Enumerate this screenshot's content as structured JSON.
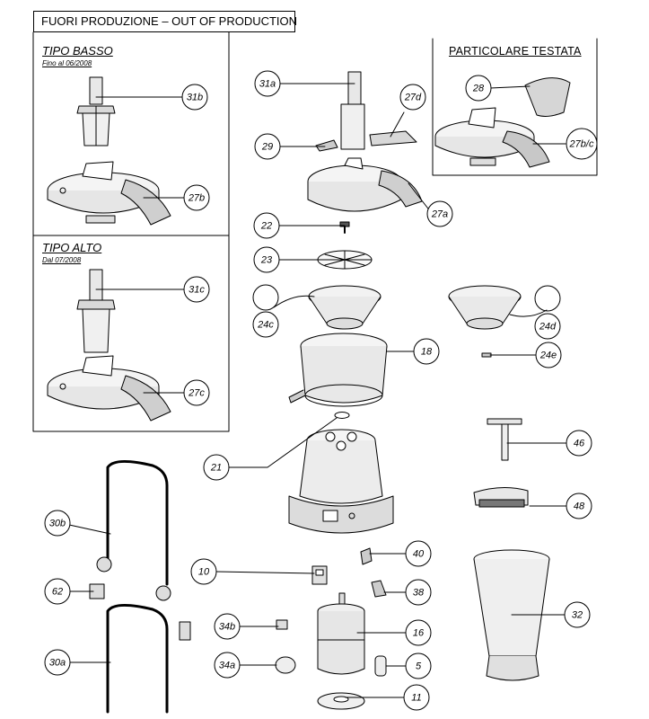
{
  "header": {
    "title": "FUORI PRODUZIONE – OUT OF PRODUCTION"
  },
  "sections": {
    "tipo_basso": {
      "title": "TIPO BASSO",
      "subtitle": "Fino al 06/2008"
    },
    "tipo_alto": {
      "title": "TIPO ALTO",
      "subtitle": "Dal 07/2008"
    },
    "particolare": {
      "title": "PARTICOLARE TESTATA"
    }
  },
  "callouts": [
    {
      "id": "c-31b",
      "label": "31b"
    },
    {
      "id": "c-27b",
      "label": "27b"
    },
    {
      "id": "c-31c",
      "label": "31c"
    },
    {
      "id": "c-27c",
      "label": "27c"
    },
    {
      "id": "c-31a",
      "label": "31a"
    },
    {
      "id": "c-27d",
      "label": "27d"
    },
    {
      "id": "c-29",
      "label": "29"
    },
    {
      "id": "c-27a",
      "label": "27a"
    },
    {
      "id": "c-28",
      "label": "28"
    },
    {
      "id": "c-27bc",
      "label": "27b/c"
    },
    {
      "id": "c-22",
      "label": "22"
    },
    {
      "id": "c-23",
      "label": "23"
    },
    {
      "id": "c-24c",
      "label": "24c"
    },
    {
      "id": "c-24d",
      "label": "24d"
    },
    {
      "id": "c-18",
      "label": "18"
    },
    {
      "id": "c-24e",
      "label": "24e"
    },
    {
      "id": "c-21",
      "label": "21"
    },
    {
      "id": "c-46",
      "label": "46"
    },
    {
      "id": "c-48",
      "label": "48"
    },
    {
      "id": "c-30b",
      "label": "30b"
    },
    {
      "id": "c-10",
      "label": "10"
    },
    {
      "id": "c-40",
      "label": "40"
    },
    {
      "id": "c-62",
      "label": "62"
    },
    {
      "id": "c-38",
      "label": "38"
    },
    {
      "id": "c-32",
      "label": "32"
    },
    {
      "id": "c-34b",
      "label": "34b"
    },
    {
      "id": "c-16",
      "label": "16"
    },
    {
      "id": "c-30a",
      "label": "30a"
    },
    {
      "id": "c-34a",
      "label": "34a"
    },
    {
      "id": "c-5",
      "label": "5"
    },
    {
      "id": "c-11",
      "label": "11"
    }
  ]
}
